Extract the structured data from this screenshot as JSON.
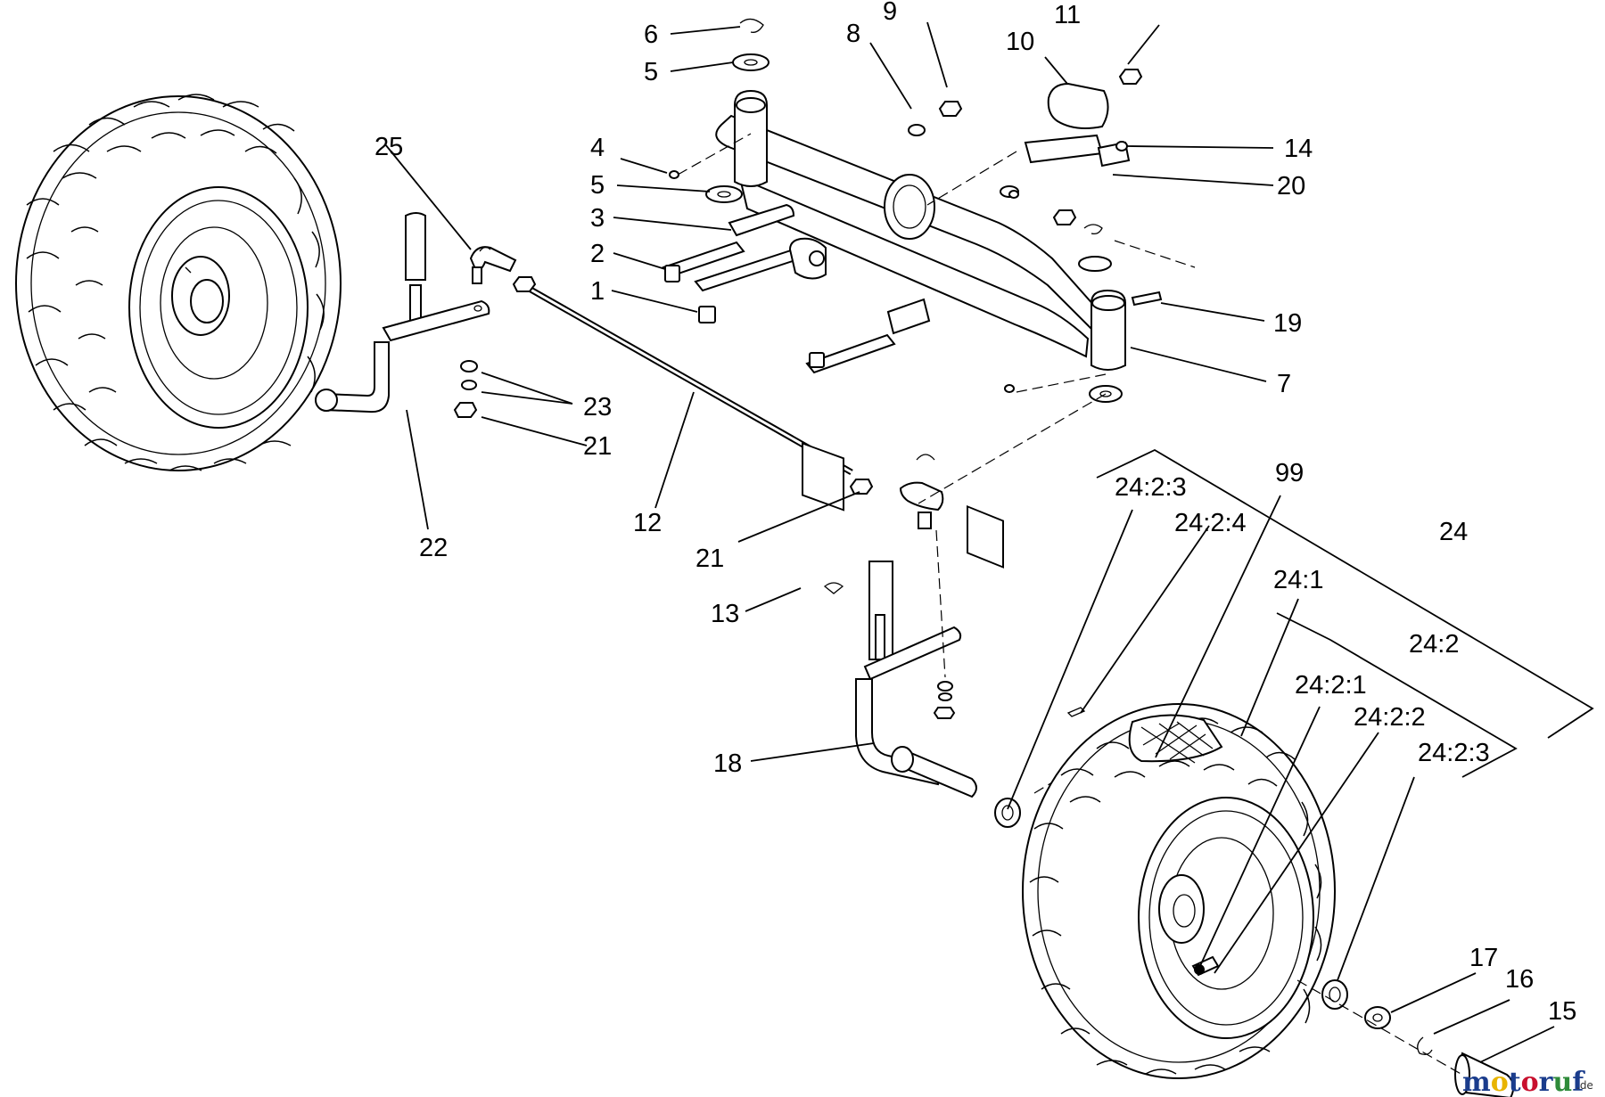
{
  "labels": {
    "l1": "1",
    "l2": "2",
    "l3": "3",
    "l4": "4",
    "l5a": "5",
    "l5b": "5",
    "l6": "6",
    "l7": "7",
    "l8": "8",
    "l9": "9",
    "l10": "10",
    "l11": "11",
    "l12": "12",
    "l13": "13",
    "l14": "14",
    "l15": "15",
    "l16": "16",
    "l17": "17",
    "l18": "18",
    "l19": "19",
    "l20": "20",
    "l21a": "21",
    "l21b": "21",
    "l22": "22",
    "l23": "23",
    "l24": "24",
    "l25": "25",
    "l99": "99",
    "l24_1": "24:1",
    "l24_2": "24:2",
    "l24_2_1": "24:2:1",
    "l24_2_2": "24:2:2",
    "l24_2_3a": "24:2:3",
    "l24_2_3b": "24:2:3",
    "l24_2_4": "24:2:4"
  },
  "watermark": {
    "brand": "motoruf",
    "domain": ".de",
    "colors": {
      "m": "#1a3c8c",
      "o1": "#e8b400",
      "t": "#1a3c8c",
      "o2": "#c8102e",
      "r": "#1a3c8c",
      "u": "#2e8b3a",
      "f": "#1a3c8c"
    }
  }
}
